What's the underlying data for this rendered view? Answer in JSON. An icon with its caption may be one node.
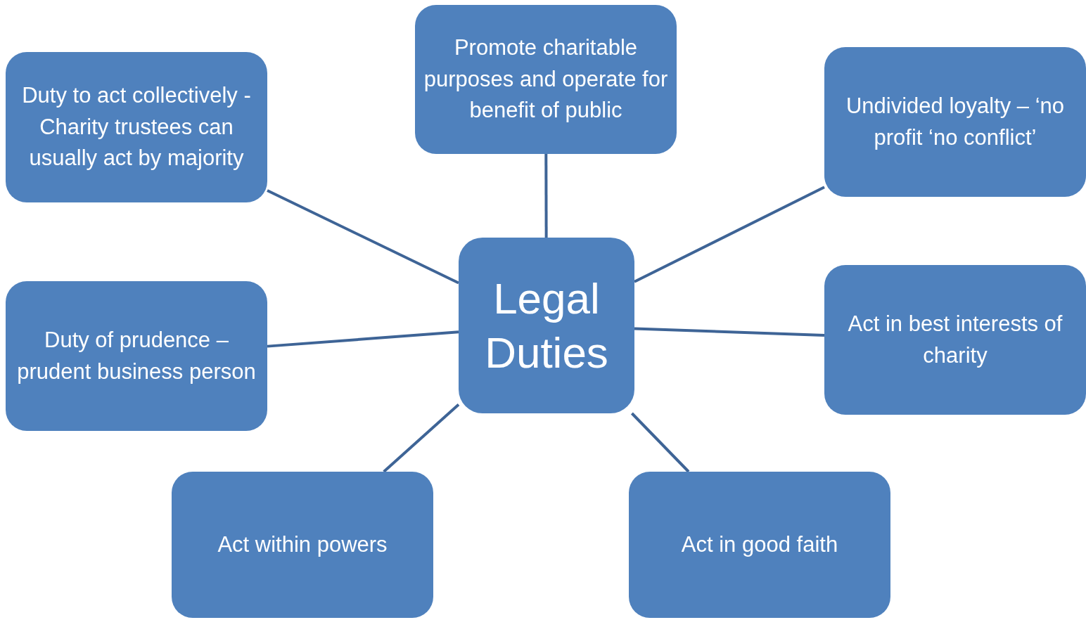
{
  "diagram": {
    "nodes": [
      {
        "text": [
          "Legal Duties"
        ]
      },
      {
        "text": [
          "Promote charitable purposes and operate for benefit of public"
        ]
      },
      {
        "text": [
          "Duty to act collectively - Charity trustees can usually act by majority"
        ]
      },
      {
        "text": [
          "Undivided loyalty – ‘no profit ‘no conflict’"
        ]
      },
      {
        "text": [
          "Duty of prudence – prudent business person"
        ]
      },
      {
        "text": [
          "Act in best interests of charity"
        ]
      },
      {
        "text": [
          "Act within powers"
        ]
      },
      {
        "text": [
          "Act in good faith"
        ]
      }
    ],
    "edges": [
      {
        "from": 0,
        "to": 1,
        "arrow": "none"
      },
      {
        "from": 0,
        "to": 2,
        "arrow": "none"
      },
      {
        "from": 0,
        "to": 3,
        "arrow": "none"
      },
      {
        "from": 0,
        "to": 4,
        "arrow": "none"
      },
      {
        "from": 0,
        "to": 5,
        "arrow": "none"
      },
      {
        "from": 0,
        "to": 6,
        "arrow": "none"
      },
      {
        "from": 0,
        "to": 7,
        "arrow": "none"
      }
    ]
  }
}
